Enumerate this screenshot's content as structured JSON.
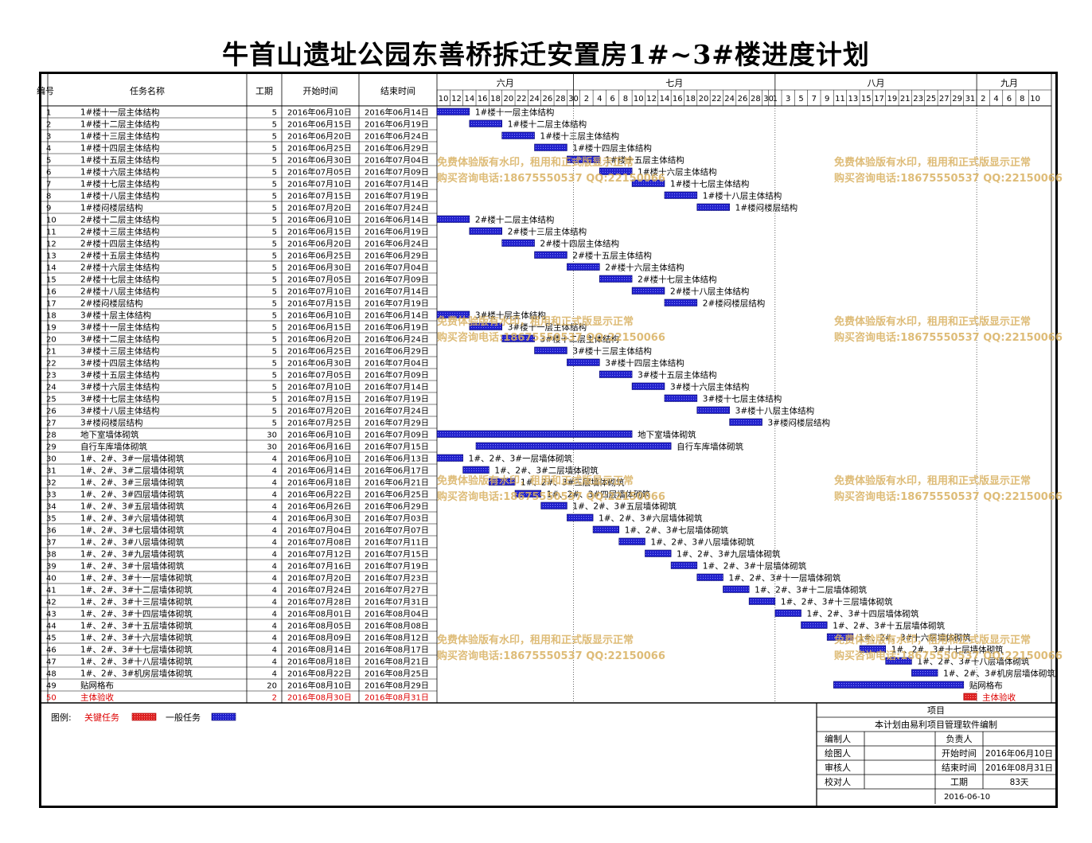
{
  "title": "牛首山遗址公园东善桥拆迁安置房1#~3#楼进度计划",
  "headers": {
    "id": "编号",
    "name": "任务名称",
    "duration": "工期",
    "start": "开始时间",
    "end": "结束时间"
  },
  "months": [
    "六月",
    "七月",
    "八月",
    "九月"
  ],
  "day_ticks": [
    [
      "10",
      "12",
      "14",
      "16",
      "18",
      "20",
      "22",
      "24",
      "26",
      "28",
      "30"
    ],
    [
      "2",
      "4",
      "6",
      "8",
      "10",
      "12",
      "14",
      "16",
      "18",
      "20",
      "22",
      "24",
      "26",
      "28",
      "30"
    ],
    [
      "1",
      "3",
      "5",
      "7",
      "9",
      "11",
      "13",
      "15",
      "17",
      "19",
      "21",
      "23",
      "25",
      "27",
      "29",
      "31"
    ],
    [
      "2",
      "4",
      "6",
      "8",
      "10"
    ]
  ],
  "legend": {
    "label": "图例:",
    "critical": "关键任务",
    "normal": "一般任务"
  },
  "colors": {
    "normal": "#2222cc",
    "critical": "#dd2222",
    "critical_text": "#dd0000",
    "watermark": "#d8b060"
  },
  "watermark": {
    "line1": "免费体验版有水印，租用和正式版显示正常",
    "line2": "购买咨询电话:18675550537 QQ:22150066"
  },
  "info": {
    "project_label": "项目",
    "software_note": "本计划由易利项目管理软件编制",
    "editor_label": "编制人",
    "editor": "",
    "owner_label": "负责人",
    "owner": "",
    "drawer_label": "绘图人",
    "drawer": "",
    "start_label": "开始时间",
    "start": "2016年06月10日",
    "reviewer_label": "审核人",
    "reviewer": "",
    "end_label": "结束时间",
    "end": "2016年08月31日",
    "proofer_label": "校对人",
    "proofer": "",
    "duration_label": "工期",
    "duration": "83天",
    "date": "2016-06-10"
  },
  "chart_data": {
    "type": "gantt",
    "title": "牛首山遗址公园东善桥拆迁安置房1#~3#楼进度计划",
    "x_range": [
      "2016-06-10",
      "2016-09-10"
    ],
    "tasks": [
      {
        "id": "1",
        "name": "1#楼十一层主体结构",
        "duration": "5",
        "start": "2016年06月10日",
        "end": "2016年06月14日",
        "critical": false
      },
      {
        "id": "2",
        "name": "1#楼十二层主体结构",
        "duration": "5",
        "start": "2016年06月15日",
        "end": "2016年06月19日",
        "critical": false
      },
      {
        "id": "3",
        "name": "1#楼十三层主体结构",
        "duration": "5",
        "start": "2016年06月20日",
        "end": "2016年06月24日",
        "critical": false
      },
      {
        "id": "4",
        "name": "1#楼十四层主体结构",
        "duration": "5",
        "start": "2016年06月25日",
        "end": "2016年06月29日",
        "critical": false
      },
      {
        "id": "5",
        "name": "1#楼十五层主体结构",
        "duration": "5",
        "start": "2016年06月30日",
        "end": "2016年07月04日",
        "critical": false
      },
      {
        "id": "6",
        "name": "1#楼十六层主体结构",
        "duration": "5",
        "start": "2016年07月05日",
        "end": "2016年07月09日",
        "critical": false
      },
      {
        "id": "7",
        "name": "1#楼十七层主体结构",
        "duration": "5",
        "start": "2016年07月10日",
        "end": "2016年07月14日",
        "critical": false
      },
      {
        "id": "8",
        "name": "1#楼十八层主体结构",
        "duration": "5",
        "start": "2016年07月15日",
        "end": "2016年07月19日",
        "critical": false
      },
      {
        "id": "9",
        "name": "1#楼闷楼层结构",
        "duration": "5",
        "start": "2016年07月20日",
        "end": "2016年07月24日",
        "critical": false
      },
      {
        "id": "10",
        "name": "2#楼十二层主体结构",
        "duration": "5",
        "start": "2016年06月10日",
        "end": "2016年06月14日",
        "critical": false
      },
      {
        "id": "11",
        "name": "2#楼十三层主体结构",
        "duration": "5",
        "start": "2016年06月15日",
        "end": "2016年06月19日",
        "critical": false
      },
      {
        "id": "12",
        "name": "2#楼十四层主体结构",
        "duration": "5",
        "start": "2016年06月20日",
        "end": "2016年06月24日",
        "critical": false
      },
      {
        "id": "13",
        "name": "2#楼十五层主体结构",
        "duration": "5",
        "start": "2016年06月25日",
        "end": "2016年06月29日",
        "critical": false
      },
      {
        "id": "14",
        "name": "2#楼十六层主体结构",
        "duration": "5",
        "start": "2016年06月30日",
        "end": "2016年07月04日",
        "critical": false
      },
      {
        "id": "15",
        "name": "2#楼十七层主体结构",
        "duration": "5",
        "start": "2016年07月05日",
        "end": "2016年07月09日",
        "critical": false
      },
      {
        "id": "16",
        "name": "2#楼十八层主体结构",
        "duration": "5",
        "start": "2016年07月10日",
        "end": "2016年07月14日",
        "critical": false
      },
      {
        "id": "17",
        "name": "2#楼闷楼层结构",
        "duration": "5",
        "start": "2016年07月15日",
        "end": "2016年07月19日",
        "critical": false
      },
      {
        "id": "18",
        "name": "3#楼十层主体结构",
        "duration": "5",
        "start": "2016年06月10日",
        "end": "2016年06月14日",
        "critical": false
      },
      {
        "id": "19",
        "name": "3#楼十一层主体结构",
        "duration": "5",
        "start": "2016年06月15日",
        "end": "2016年06月19日",
        "critical": false
      },
      {
        "id": "20",
        "name": "3#楼十二层主体结构",
        "duration": "5",
        "start": "2016年06月20日",
        "end": "2016年06月24日",
        "critical": false
      },
      {
        "id": "21",
        "name": "3#楼十三层主体结构",
        "duration": "5",
        "start": "2016年06月25日",
        "end": "2016年06月29日",
        "critical": false
      },
      {
        "id": "22",
        "name": "3#楼十四层主体结构",
        "duration": "5",
        "start": "2016年06月30日",
        "end": "2016年07月04日",
        "critical": false
      },
      {
        "id": "23",
        "name": "3#楼十五层主体结构",
        "duration": "5",
        "start": "2016年07月05日",
        "end": "2016年07月09日",
        "critical": false
      },
      {
        "id": "24",
        "name": "3#楼十六层主体结构",
        "duration": "5",
        "start": "2016年07月10日",
        "end": "2016年07月14日",
        "critical": false
      },
      {
        "id": "25",
        "name": "3#楼十七层主体结构",
        "duration": "5",
        "start": "2016年07月15日",
        "end": "2016年07月19日",
        "critical": false
      },
      {
        "id": "26",
        "name": "3#楼十八层主体结构",
        "duration": "5",
        "start": "2016年07月20日",
        "end": "2016年07月24日",
        "critical": false
      },
      {
        "id": "27",
        "name": "3#楼闷楼层结构",
        "duration": "5",
        "start": "2016年07月25日",
        "end": "2016年07月29日",
        "critical": false
      },
      {
        "id": "28",
        "name": "地下室墙体砌筑",
        "duration": "30",
        "start": "2016年06月10日",
        "end": "2016年07月09日",
        "critical": false
      },
      {
        "id": "29",
        "name": "自行车库墙体砌筑",
        "duration": "30",
        "start": "2016年06月16日",
        "end": "2016年07月15日",
        "critical": false
      },
      {
        "id": "30",
        "name": "1#、2#、3#一层墙体砌筑",
        "duration": "4",
        "start": "2016年06月10日",
        "end": "2016年06月13日",
        "critical": false
      },
      {
        "id": "31",
        "name": "1#、2#、3#二层墙体砌筑",
        "duration": "4",
        "start": "2016年06月14日",
        "end": "2016年06月17日",
        "critical": false
      },
      {
        "id": "32",
        "name": "1#、2#、3#三层墙体砌筑",
        "duration": "4",
        "start": "2016年06月18日",
        "end": "2016年06月21日",
        "critical": false
      },
      {
        "id": "33",
        "name": "1#、2#、3#四层墙体砌筑",
        "duration": "4",
        "start": "2016年06月22日",
        "end": "2016年06月25日",
        "critical": false
      },
      {
        "id": "34",
        "name": "1#、2#、3#五层墙体砌筑",
        "duration": "4",
        "start": "2016年06月26日",
        "end": "2016年06月29日",
        "critical": false
      },
      {
        "id": "35",
        "name": "1#、2#、3#六层墙体砌筑",
        "duration": "4",
        "start": "2016年06月30日",
        "end": "2016年07月03日",
        "critical": false
      },
      {
        "id": "36",
        "name": "1#、2#、3#七层墙体砌筑",
        "duration": "4",
        "start": "2016年07月04日",
        "end": "2016年07月07日",
        "critical": false
      },
      {
        "id": "37",
        "name": "1#、2#、3#八层墙体砌筑",
        "duration": "4",
        "start": "2016年07月08日",
        "end": "2016年07月11日",
        "critical": false
      },
      {
        "id": "38",
        "name": "1#、2#、3#九层墙体砌筑",
        "duration": "4",
        "start": "2016年07月12日",
        "end": "2016年07月15日",
        "critical": false
      },
      {
        "id": "39",
        "name": "1#、2#、3#十层墙体砌筑",
        "duration": "4",
        "start": "2016年07月16日",
        "end": "2016年07月19日",
        "critical": false
      },
      {
        "id": "40",
        "name": "1#、2#、3#十一层墙体砌筑",
        "duration": "4",
        "start": "2016年07月20日",
        "end": "2016年07月23日",
        "critical": false
      },
      {
        "id": "41",
        "name": "1#、2#、3#十二层墙体砌筑",
        "duration": "4",
        "start": "2016年07月24日",
        "end": "2016年07月27日",
        "critical": false
      },
      {
        "id": "42",
        "name": "1#、2#、3#十三层墙体砌筑",
        "duration": "4",
        "start": "2016年07月28日",
        "end": "2016年07月31日",
        "critical": false
      },
      {
        "id": "43",
        "name": "1#、2#、3#十四层墙体砌筑",
        "duration": "4",
        "start": "2016年08月01日",
        "end": "2016年08月04日",
        "critical": false
      },
      {
        "id": "44",
        "name": "1#、2#、3#十五层墙体砌筑",
        "duration": "4",
        "start": "2016年08月05日",
        "end": "2016年08月08日",
        "critical": false
      },
      {
        "id": "45",
        "name": "1#、2#、3#十六层墙体砌筑",
        "duration": "4",
        "start": "2016年08月09日",
        "end": "2016年08月12日",
        "critical": false
      },
      {
        "id": "46",
        "name": "1#、2#、3#十七层墙体砌筑",
        "duration": "4",
        "start": "2016年08月14日",
        "end": "2016年08月17日",
        "critical": false
      },
      {
        "id": "47",
        "name": "1#、2#、3#十八层墙体砌筑",
        "duration": "4",
        "start": "2016年08月18日",
        "end": "2016年08月21日",
        "critical": false
      },
      {
        "id": "48",
        "name": "1#、2#、3#机房层墙体砌筑",
        "duration": "4",
        "start": "2016年08月22日",
        "end": "2016年08月25日",
        "critical": false
      },
      {
        "id": "49",
        "name": "贴网格布",
        "duration": "20",
        "start": "2016年08月10日",
        "end": "2016年08月29日",
        "critical": false
      },
      {
        "id": "50",
        "name": "主体验收",
        "duration": "2",
        "start": "2016年08月30日",
        "end": "2016年08月31日",
        "critical": true
      }
    ]
  }
}
